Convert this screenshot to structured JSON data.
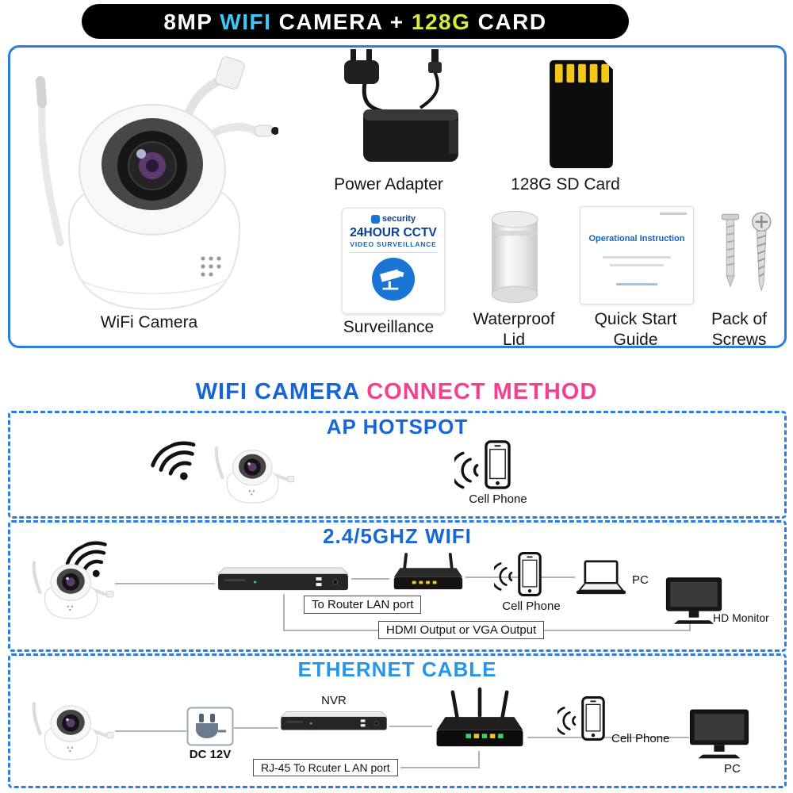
{
  "banner": {
    "segments": [
      "8MP ",
      "WIFI",
      " CAMERA + ",
      "128G",
      " CARD"
    ]
  },
  "colors": {
    "banner_bg": "#000000",
    "banner_wifi_accent": "#3bc9f5",
    "banner_128g_accent": "#d6ea3a",
    "box_border_blue": "#2b7de0",
    "heading_blue": "#1565d8",
    "heading_pink": "#f4418f",
    "ethernet_title_blue": "#2596ea"
  },
  "package": {
    "camera": {
      "label": "WiFi Camera"
    },
    "power_adapter": {
      "label": "Power Adapter"
    },
    "sd_card": {
      "label": "128G SD Card"
    },
    "surveillance": {
      "label": "Surveillance",
      "sticker_brand": "security",
      "sticker_line1": "24HOUR CCTV",
      "sticker_line2": "VIDEO SURVEILLANCE"
    },
    "waterproof_lid": {
      "label_line1": "Waterproof",
      "label_line2": "Lid"
    },
    "quick_start": {
      "label_line1": "Quick Start",
      "label_line2": "Guide",
      "card_title": "Operational Instruction"
    },
    "screws": {
      "label_line1": "Pack of",
      "label_line2": "Screws"
    }
  },
  "connect_method": {
    "heading": [
      "WIFI CAMERA ",
      "CONNECT METHOD"
    ],
    "ap_hotspot": {
      "title": "AP HOTSPOT",
      "cell_phone_label": "Cell Phone"
    },
    "wifi_24_5ghz": {
      "title": "2.4/5GHZ WIFI",
      "router_lan_label": "To Router LAN port",
      "cell_phone_label": "Cell Phone",
      "pc_label": "PC",
      "hd_monitor_label": "HD Monitor",
      "hdmi_label": "HDMI Output or VGA Output"
    },
    "ethernet": {
      "title": "ETHERNET CABLE",
      "nvr_label": "NVR",
      "dc_label": "DC 12V",
      "rj45_label": "RJ-45 To Rcuter L AN port",
      "cell_phone_label": "Cell Phone",
      "pc_label": "PC"
    }
  }
}
